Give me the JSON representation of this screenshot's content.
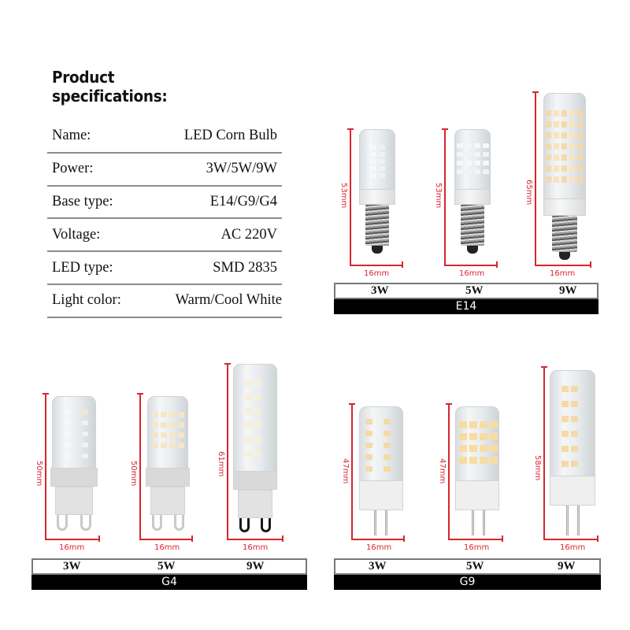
{
  "specs": {
    "title_line1": "Product",
    "title_line2": "specifications:",
    "rows": [
      {
        "label": "Name:",
        "value": "LED Corn Bulb"
      },
      {
        "label": "Power:",
        "value": "3W/5W/9W"
      },
      {
        "label": "Base type:",
        "value": "E14/G9/G4"
      },
      {
        "label": "Voltage:",
        "value": "AC 220V"
      },
      {
        "label": "LED type:",
        "value": "SMD 2835"
      },
      {
        "label": "Light color:",
        "value": "Warm/Cool White"
      }
    ]
  },
  "colors": {
    "dimension_red": "#d7262e",
    "base_bar_bg": "#000000",
    "warm_led": "#f5d9a8",
    "cool_led": "#f4f8fa"
  },
  "panels": {
    "e14": {
      "base_label": "E14",
      "bulbs": [
        {
          "power": "3W",
          "height": "53mm",
          "width": "16mm",
          "light": "cool"
        },
        {
          "power": "5W",
          "height": "53mm",
          "width": "16mm",
          "light": "cool"
        },
        {
          "power": "9W",
          "height": "65mm",
          "width": "16mm",
          "light": "warm"
        }
      ]
    },
    "g4": {
      "base_label": "G4",
      "bulbs": [
        {
          "power": "3W",
          "height": "50mm",
          "width": "16mm",
          "light": "cool"
        },
        {
          "power": "5W",
          "height": "50mm",
          "width": "16mm",
          "light": "warm"
        },
        {
          "power": "9W",
          "height": "61mm",
          "width": "16mm",
          "light": "cool"
        }
      ]
    },
    "g9": {
      "base_label": "G9",
      "bulbs": [
        {
          "power": "3W",
          "height": "47mm",
          "width": "16mm",
          "light": "warm"
        },
        {
          "power": "5W",
          "height": "47mm",
          "width": "16mm",
          "light": "warm"
        },
        {
          "power": "9W",
          "height": "58mm",
          "width": "16mm",
          "light": "warm"
        }
      ]
    }
  }
}
